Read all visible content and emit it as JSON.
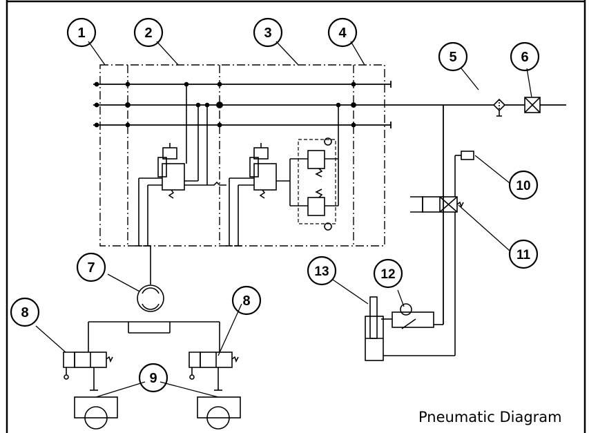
{
  "caption": "Pneumatic Diagram",
  "callouts": [
    "1",
    "2",
    "3",
    "4",
    "5",
    "6",
    "7",
    "8",
    "8",
    "9",
    "10",
    "11",
    "12",
    "13"
  ]
}
